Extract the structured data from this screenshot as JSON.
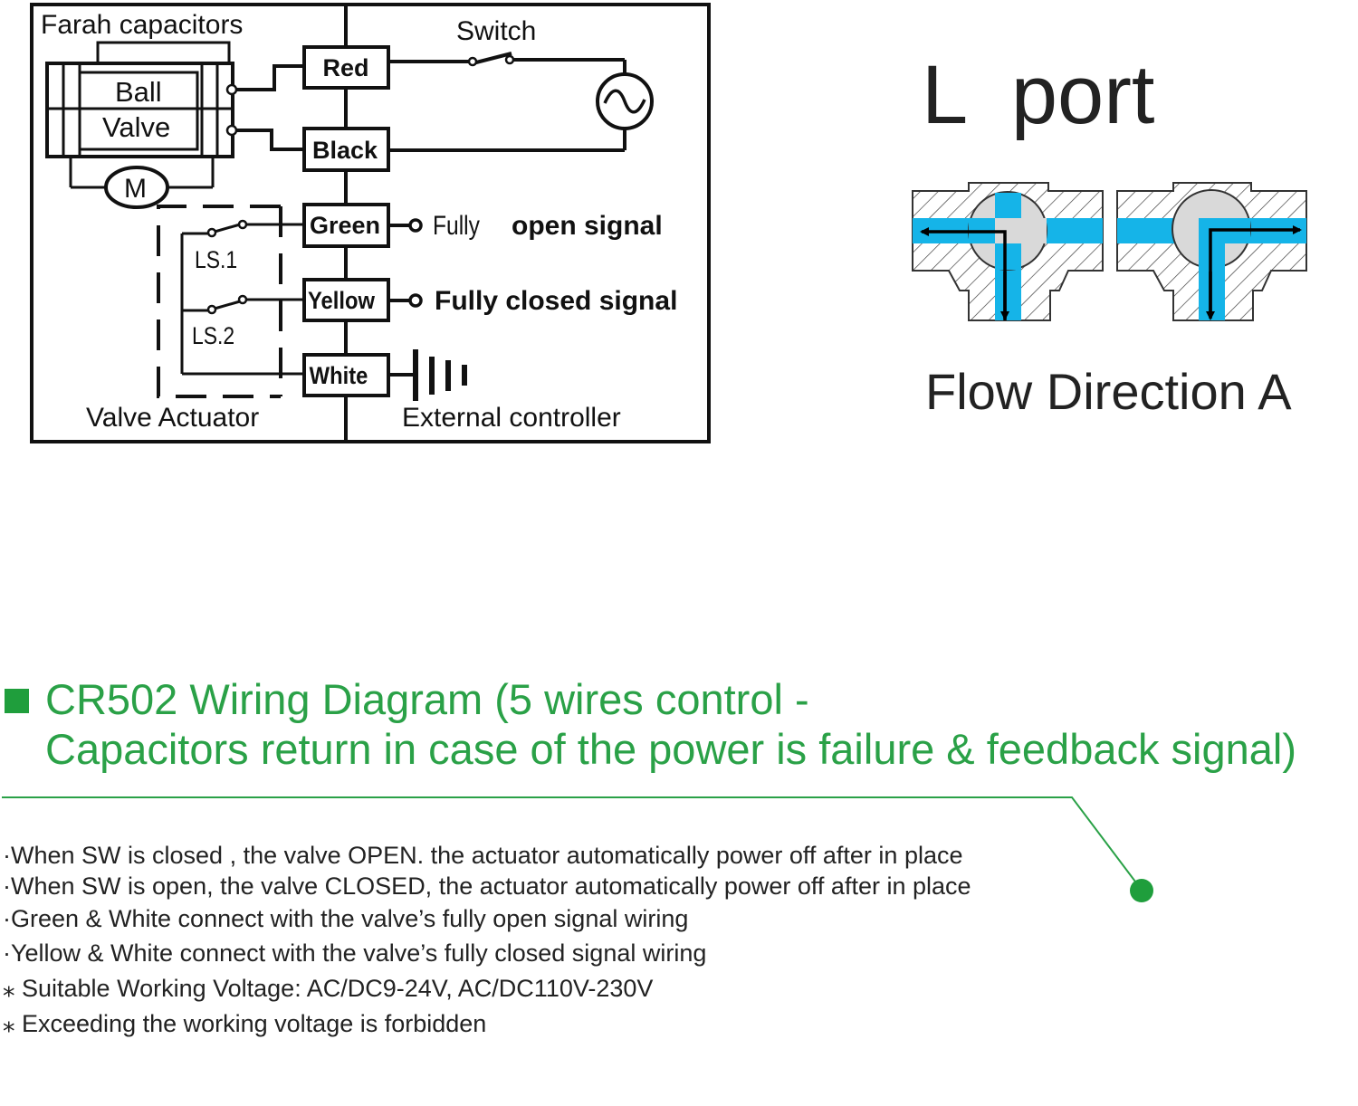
{
  "diagram": {
    "farah_label": "Farah capacitors",
    "ball_label": "Ball",
    "valve_label": "Valve",
    "motor_label": "M",
    "ls1_label": "LS.1",
    "ls2_label": "LS.2",
    "valve_actuator_label": "Valve Actuator",
    "switch_label": "Switch",
    "external_controller_label": "External controller",
    "wires": [
      "Red",
      "Black",
      "Green",
      "Yellow",
      "White"
    ],
    "fully_label": "Fully",
    "open_signal_label": "open signal",
    "fully_closed_signal_label": "Fully closed signal"
  },
  "lport": {
    "title": "L  port",
    "caption": "Flow Direction A",
    "flow_color": "#15b4e8",
    "ball_color": "#d9d9d9"
  },
  "heading": {
    "line1": "CR502 Wiring Diagram (5 wires control -",
    "line2": "Capacitors return in case of the power is failure & feedback signal)",
    "accent_color": "#2aa147"
  },
  "notes": [
    "·When SW is closed , the valve OPEN. the actuator automatically power off after in place",
    "·When SW is open, the valve CLOSED, the actuator automatically power off after in place",
    "·Green & White connect with the valve’s fully open signal wiring",
    "·Yellow & White connect with the valve’s fully closed signal wiring",
    " ⁎ Suitable Working Voltage: AC/DC9-24V, AC/DC110V-230V",
    " ⁎ Exceeding the working voltage is forbidden"
  ]
}
